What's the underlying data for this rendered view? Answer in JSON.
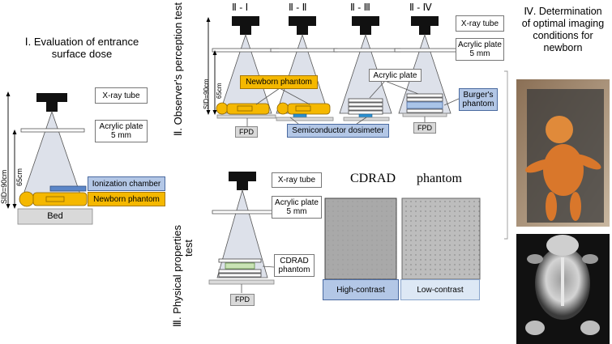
{
  "section1": {
    "title_line1": "Ⅰ. Evaluation of entrance",
    "title_line2": "surface dose",
    "xray_tube": "X-ray tube",
    "acrylic_line1": "Acrylic plate",
    "acrylic_line2": "5 mm",
    "ionization_chamber": "Ionization chamber",
    "newborn_phantom": "Newborn phantom",
    "bed": "Bed",
    "dist_total": "SID=90cm",
    "dist_inner": "65cm"
  },
  "section2": {
    "title": "Ⅱ. Observer's perception test",
    "sub_labels": [
      "Ⅱ - Ⅰ",
      "Ⅱ - Ⅱ",
      "Ⅱ - Ⅲ",
      "Ⅱ - Ⅳ"
    ],
    "xray_tube": "X-ray tube",
    "acrylic_line1": "Acrylic plate",
    "acrylic_line2": "5 mm",
    "newborn_phantom": "Newborn phantom",
    "acrylic_plate": "Acrylic plate",
    "burgers_line1": "Burger's",
    "burgers_line2": "phantom",
    "semiconductor": "Semiconductor dosimeter",
    "fpd": "FPD",
    "dist_total": "SID=90cm",
    "dist_inner": "65cm"
  },
  "section3": {
    "title_line1": "Ⅲ. Physical properties",
    "title_line2": "test",
    "xray_tube": "X-ray tube",
    "acrylic_line1": "Acrylic plate",
    "acrylic_line2": "5 mm",
    "cdrad_line1": "CDRAD",
    "cdrad_line2": "phantom",
    "fpd": "FPD",
    "cdrad_heading": "CDRAD",
    "phantom_heading": "phantom",
    "high_contrast": "High-contrast",
    "low_contrast": "Low-contrast"
  },
  "section4": {
    "title_line1": "Ⅳ. Determination",
    "title_line2": "of optimal imaging",
    "title_line3": "conditions for",
    "title_line4": "newborn"
  }
}
